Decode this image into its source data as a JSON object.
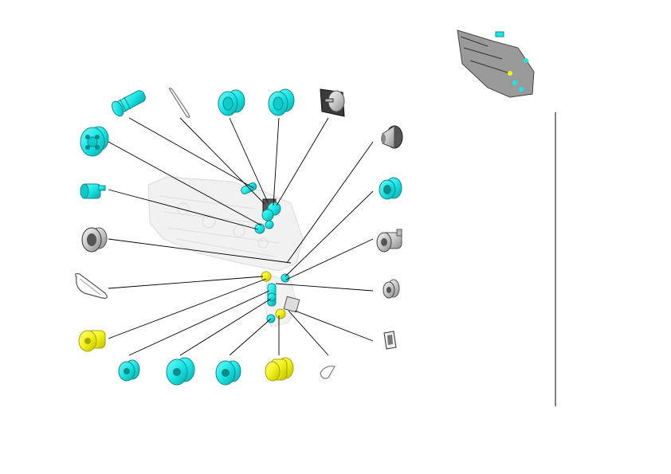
{
  "colors": {
    "background": "#ffffff",
    "cyan_part": "#19e6e6",
    "cyan_dark": "#0a8c8c",
    "yellow_part": "#f2f21a",
    "yellow_dark": "#a6a600",
    "gray_part": "#d0d0d0",
    "gray_dark": "#555555",
    "leader_line": "#000000",
    "ghost_assembly": "#d9d9d9"
  },
  "parts": [
    {
      "name": "shaft-gear-cyan",
      "icon": "cyan-shaft-icon"
    },
    {
      "name": "drive-belt-small",
      "icon": "belt-loop-icon"
    },
    {
      "name": "gear-cyan-1",
      "icon": "cyan-gear-icon"
    },
    {
      "name": "gear-cyan-2",
      "icon": "cyan-gear-icon"
    },
    {
      "name": "motor-bracket",
      "icon": "motor-icon"
    },
    {
      "name": "large-gear-cyan-left",
      "icon": "cyan-wheel-icon"
    },
    {
      "name": "small-bushing-cyan",
      "icon": "cyan-bushing-icon"
    },
    {
      "name": "gray-pulley-left",
      "icon": "gray-pulley-icon"
    },
    {
      "name": "timing-belt",
      "icon": "belt-loop-icon"
    },
    {
      "name": "yellow-gear-left",
      "icon": "yellow-gear-icon"
    },
    {
      "name": "bottom-gear-cyan-1",
      "icon": "cyan-wheel-icon"
    },
    {
      "name": "bottom-gear-cyan-2",
      "icon": "cyan-wheel-icon"
    },
    {
      "name": "bottom-gear-cyan-3",
      "icon": "cyan-wheel-icon"
    },
    {
      "name": "yellow-gear-bottom",
      "icon": "yellow-gear-icon"
    },
    {
      "name": "small-belt-bottom",
      "icon": "belt-loop-icon"
    },
    {
      "name": "funnel-pulley-right",
      "icon": "gray-pulley-icon"
    },
    {
      "name": "gear-cyan-right",
      "icon": "cyan-gear-icon"
    },
    {
      "name": "clutch-gray-right",
      "icon": "gray-clutch-icon"
    },
    {
      "name": "bushing-gray-right",
      "icon": "gray-bushing-icon"
    },
    {
      "name": "bracket-gray-right",
      "icon": "gray-bracket-icon"
    }
  ],
  "thumbnail": {
    "icon": "assembly-thumbnail-icon"
  }
}
